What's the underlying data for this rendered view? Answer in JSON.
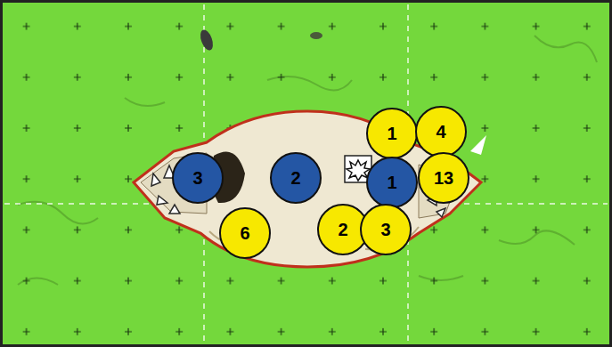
{
  "diagram": {
    "nodes": [
      {
        "text": [
          "1"
        ]
      },
      {
        "text": [
          "4"
        ]
      },
      {
        "text": [
          "3"
        ]
      },
      {
        "text": [
          "2"
        ]
      },
      {
        "text": [
          "1"
        ]
      },
      {
        "text": [
          "13"
        ]
      },
      {
        "text": [
          "6"
        ]
      },
      {
        "text": [
          "2"
        ]
      },
      {
        "text": [
          "3"
        ]
      }
    ]
  }
}
